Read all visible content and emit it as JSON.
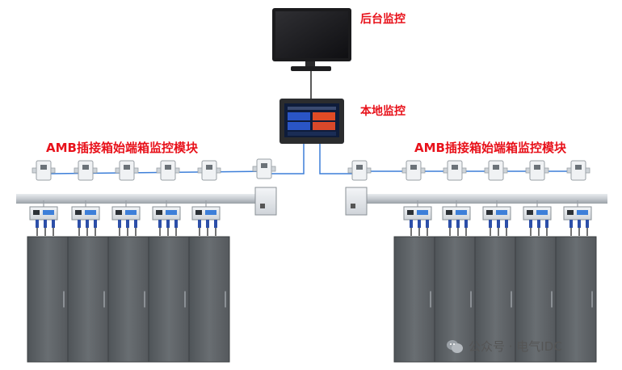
{
  "labels": {
    "backend_monitor": "后台监控",
    "local_monitor": "本地监控",
    "module_left": "AMB插接箱始端箱监控模块",
    "module_right": "AMB插接箱始端箱监控模块"
  },
  "watermark": {
    "text": "公众号 · 电气IDC"
  },
  "colors": {
    "label": "#e8121b",
    "cable": "#3d7fd9",
    "cabinet": "#5e6367",
    "busway": "#c9ced3",
    "screen": "#2a55c6"
  },
  "icons": [
    "monitor-icon",
    "touch-panel-icon",
    "wechat-icon"
  ]
}
